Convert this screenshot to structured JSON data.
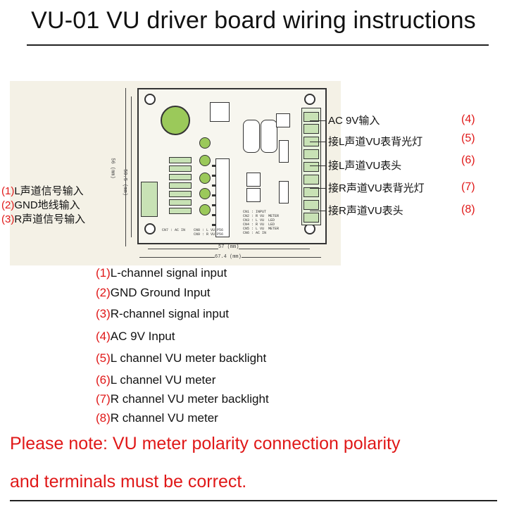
{
  "title": "VU-01 VU driver board wiring instructions",
  "diagram": {
    "left_labels": [
      {
        "num": "(1)",
        "text": "L声道信号输入"
      },
      {
        "num": "(2)",
        "text": "GND地线输入"
      },
      {
        "num": "(3)",
        "text": "R声道信号输入"
      }
    ],
    "right_labels": [
      {
        "text": "AC 9V输入",
        "num": "(4)"
      },
      {
        "text": "接L声道VU表背光灯",
        "num": "(5)"
      },
      {
        "text": "接L声道VU表头",
        "num": "(6)"
      },
      {
        "text": "接R声道VU表背光灯",
        "num": "(7)"
      },
      {
        "text": "接R声道VU表头",
        "num": "(8)"
      }
    ],
    "dimensions": {
      "inner_width": "57 (mm)",
      "outer_width": "67.4 (mm)",
      "inner_height": "50.5 (mm)",
      "outer_height": "56 (mm)"
    },
    "pcb_text": {
      "bottom_left": "CN7 : AC IN    CN8 : L VU P56\n               CN9 : R VU P56",
      "bottom_right": "CN1 : INPUT\nCN2 : R VU  METER\nCN3 : L VU  LED\nCN4 : R VU  LED\nCN5 : L VU  METER\nCN6 : AC IN"
    }
  },
  "legend": [
    {
      "num": "(1)",
      "text": "L-channel signal input"
    },
    {
      "num": "(2)",
      "text": "GND Ground Input"
    },
    {
      "num": "(3)",
      "text": "R-channel signal input"
    },
    {
      "num": "(4)",
      "text": "AC 9V Input"
    },
    {
      "num": "(5)",
      "text": "L channel VU meter backlight"
    },
    {
      "num": "(6)",
      "text": "L channel VU meter"
    },
    {
      "num": "(7)",
      "text": "R channel VU meter backlight"
    },
    {
      "num": "(8)",
      "text": "R channel VU meter"
    }
  ],
  "note": {
    "line1": "Please note: VU meter polarity connection polarity",
    "line2": "and terminals must be correct."
  },
  "colors": {
    "accent_red": "#e01818",
    "pcb_green": "#9bc95a"
  }
}
